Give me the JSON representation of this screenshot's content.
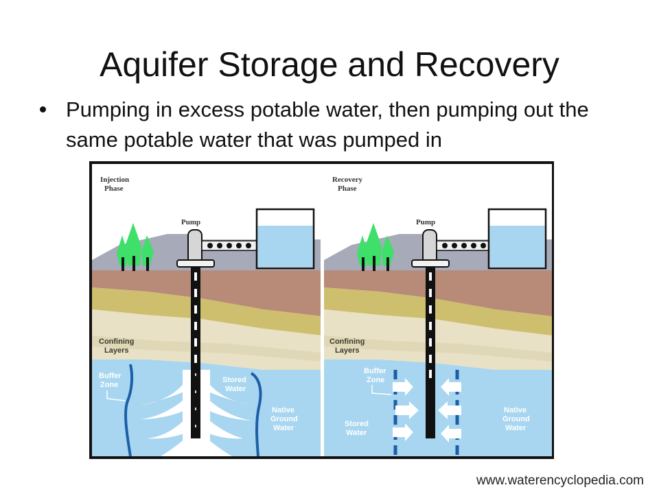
{
  "slide": {
    "title": "Aquifer Storage and Recovery",
    "bullets": [
      {
        "text": "Pumping in excess potable water, then pumping out the same potable water that was pumped in"
      }
    ],
    "source": "www.waterencyclopedia.com"
  },
  "diagram": {
    "panels": [
      {
        "id": "injection",
        "phase_label_line1": "Injection",
        "phase_label_line2": "Phase",
        "pump_label": "Pump",
        "confining_label_line1": "Confining",
        "confining_label_line2": "Layers",
        "buffer_label_line1": "Buffer",
        "buffer_label_line2": "Zone",
        "stored_label_line1": "Stored",
        "stored_label_line2": "Water",
        "native_label_line1": "Native",
        "native_label_line2": "Ground",
        "native_label_line3": "Water",
        "flow_direction": "into aquifer"
      },
      {
        "id": "recovery",
        "phase_label_line1": "Recovery",
        "phase_label_line2": "Phase",
        "pump_label": "Pump",
        "confining_label_line1": "Confining",
        "confining_label_line2": "Layers",
        "buffer_label_line1": "Buffer",
        "buffer_label_line2": "Zone",
        "stored_label_line1": "Stored",
        "stored_label_line2": "Water",
        "native_label_line1": "Native",
        "native_label_line2": "Ground",
        "native_label_line3": "Water",
        "flow_direction": "toward well"
      }
    ],
    "colors": {
      "sky": "#ffffff",
      "hill": "#a7aab8",
      "topsoil": "#b88a78",
      "sand_yellow": "#cdbf6e",
      "confining": "#e8e1c6",
      "aquifer": "#a8d6f0",
      "stored_water": "#ffffff",
      "buffer_line": "#1c5fa8",
      "tree": "#3ee06a",
      "tank_water": "#a8d6f0"
    }
  }
}
